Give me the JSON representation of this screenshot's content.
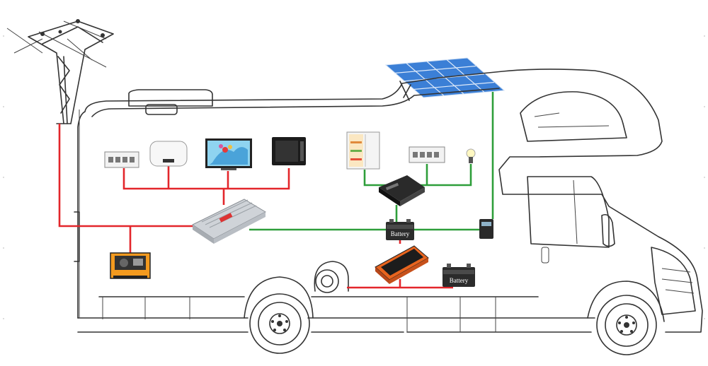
{
  "labels": {
    "battery_upper": "Battery",
    "battery_lower": "Battery"
  },
  "colors": {
    "ac_wire": "#e3262b",
    "dc_wire": "#2e9e3a",
    "outline": "#333333",
    "solar_cell": "#3b7fd6",
    "inverter_silver": "#cfd3d8",
    "inverter_orange": "#e8641e",
    "generator_orange": "#f39a1e"
  },
  "components": [
    {
      "id": "power-pylon",
      "icon": "power-pylon-icon"
    },
    {
      "id": "socket-panel-left",
      "icon": "socket-panel-icon"
    },
    {
      "id": "water-heater",
      "icon": "water-heater-icon"
    },
    {
      "id": "television",
      "icon": "tv-icon"
    },
    {
      "id": "microwave",
      "icon": "microwave-icon"
    },
    {
      "id": "refrigerator",
      "icon": "fridge-icon"
    },
    {
      "id": "socket-panel-right",
      "icon": "socket-panel-icon"
    },
    {
      "id": "light-bulb",
      "icon": "light-bulb-icon"
    },
    {
      "id": "charge-controller",
      "icon": "charge-controller-icon"
    },
    {
      "id": "pure-sine-inverter",
      "icon": "inverter-icon"
    },
    {
      "id": "generator",
      "icon": "generator-icon"
    },
    {
      "id": "battery-upper",
      "icon": "battery-icon"
    },
    {
      "id": "battery-lower",
      "icon": "battery-icon"
    },
    {
      "id": "solar-controller",
      "icon": "solar-controller-icon"
    },
    {
      "id": "orange-inverter",
      "icon": "inverter-icon"
    },
    {
      "id": "solar-panel",
      "icon": "solar-panel-icon"
    },
    {
      "id": "spare-wheel",
      "icon": "wheel-icon"
    }
  ]
}
